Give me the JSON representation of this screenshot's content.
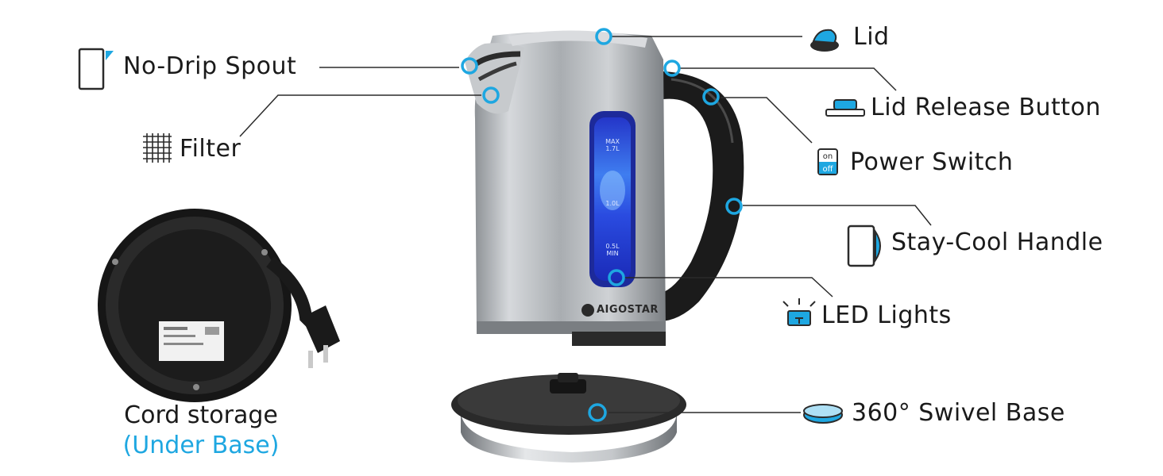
{
  "features": {
    "lid": "Lid",
    "no_drip_spout": "No-Drip Spout",
    "lid_release_button": "Lid Release Button",
    "filter": "Filter",
    "power_switch": "Power Switch",
    "stay_cool_handle": "Stay-Cool Handle",
    "led_lights": "LED Lights",
    "swivel_base": "360° Swivel Base"
  },
  "cord_storage": {
    "title": "Cord storage",
    "subtitle": "(Under Base)"
  },
  "kettle": {
    "brand": "AIGOSTAR",
    "mark_max": "MAX",
    "mark_max_vol": "1.7L",
    "mark_mid": "1.0L",
    "mark_min_vol": "0.5L",
    "mark_min": "MIN"
  },
  "power_icon": {
    "on": "on",
    "off": "off"
  },
  "colors": {
    "accent": "#1ea7e1",
    "leader": "#2b2b2b",
    "steel": "#b9bdc1",
    "water": "#2d43d8"
  }
}
